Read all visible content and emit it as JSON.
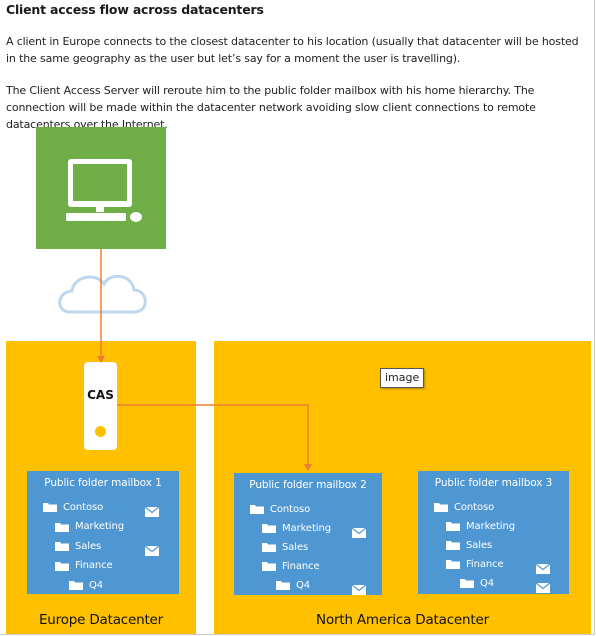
{
  "heading": "Client access flow across datacenters",
  "paragraphs": [
    "A client in Europe connects to the closest datacenter to his location (usually that datacenter will be hosted in the same geography as the user but let’s say for a moment the user is travelling).",
    "The Client Access Server will reroute him to the public folder mailbox with his home hierarchy. The connection will be made within the datacenter network avoiding slow client connections to remote datacenters over the Internet."
  ],
  "diagram": {
    "cas_label": "CAS",
    "image_tag": "image",
    "datacenters": [
      {
        "label": "Europe Datacenter"
      },
      {
        "label": "North America Datacenter"
      }
    ],
    "mailboxes": [
      {
        "title": "Public folder mailbox 1",
        "folders": [
          {
            "name": "Contoso",
            "mail": true
          },
          {
            "name": "Marketing",
            "mail": false
          },
          {
            "name": "Sales",
            "mail": true
          },
          {
            "name": "Finance",
            "mail": false
          },
          {
            "name": "Q4",
            "mail": false
          }
        ]
      },
      {
        "title": "Public folder mailbox 2",
        "folders": [
          {
            "name": "Contoso",
            "mail": false
          },
          {
            "name": "Marketing",
            "mail": true
          },
          {
            "name": "Sales",
            "mail": false
          },
          {
            "name": "Finance",
            "mail": false
          },
          {
            "name": "Q4",
            "mail": true
          }
        ]
      },
      {
        "title": "Public folder mailbox 3",
        "folders": [
          {
            "name": "Contoso",
            "mail": false
          },
          {
            "name": "Marketing",
            "mail": false
          },
          {
            "name": "Sales",
            "mail": false
          },
          {
            "name": "Finance",
            "mail": true
          },
          {
            "name": "Q4",
            "mail": true
          }
        ]
      }
    ],
    "colors": {
      "client_green": "#6fad46",
      "datacenter_yellow": "#ffc000",
      "mailbox_blue": "#4f97d2",
      "connector_orange": "#ed7d31",
      "cloud_blue": "#bdd7ee"
    },
    "icons": [
      "desktop-computer-icon",
      "mouse-icon",
      "cloud-icon",
      "folder-icon",
      "mail-icon"
    ]
  }
}
